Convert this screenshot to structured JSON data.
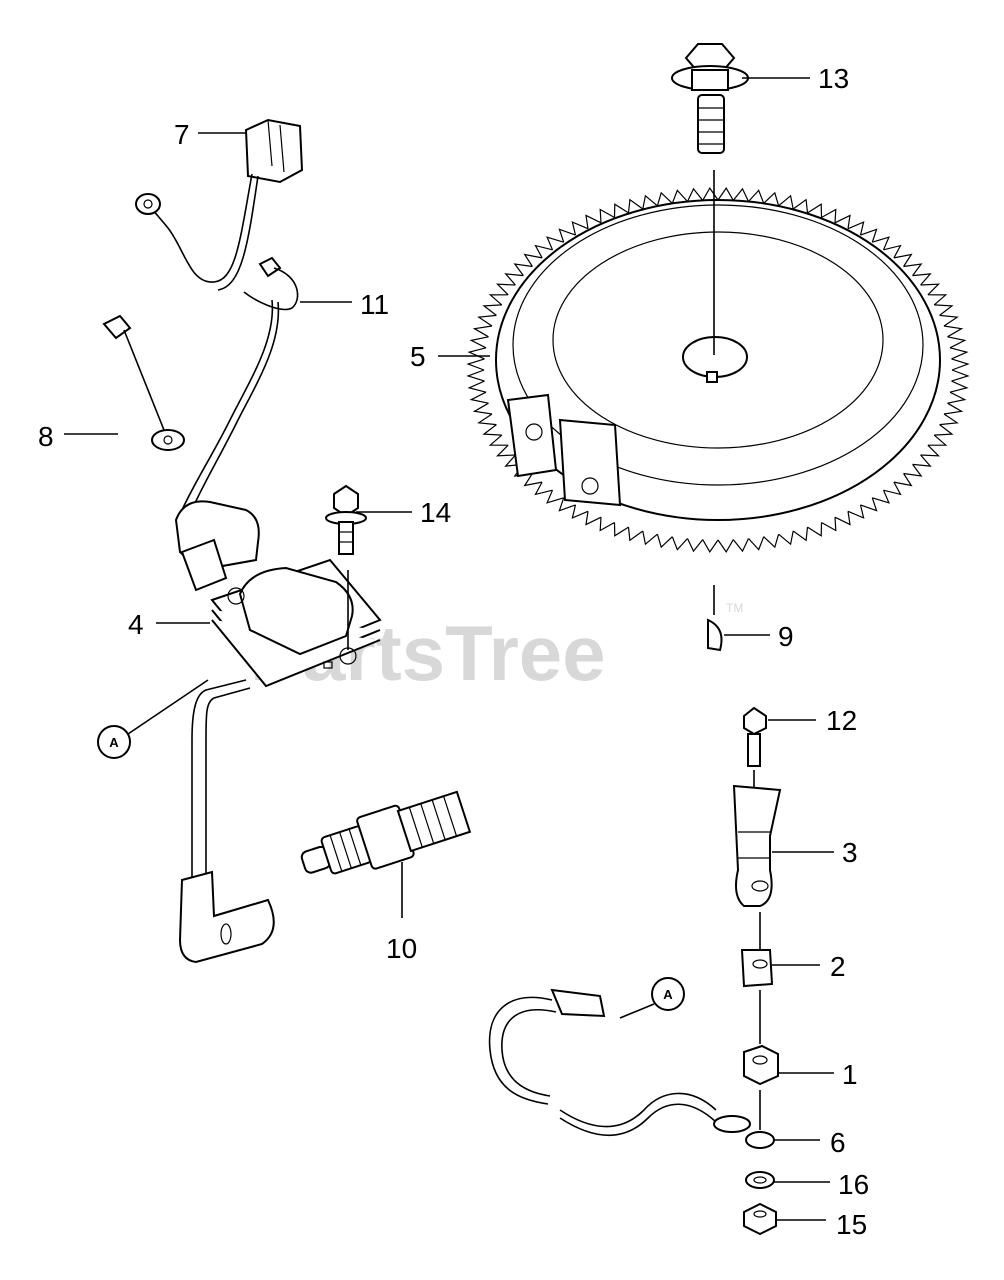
{
  "watermark": {
    "text": "PartsTree",
    "tm": "TM"
  },
  "connector_marker": "A",
  "callouts": [
    {
      "id": "13",
      "text": "13"
    },
    {
      "id": "7",
      "text": "7"
    },
    {
      "id": "11",
      "text": "11"
    },
    {
      "id": "5",
      "text": "5"
    },
    {
      "id": "8",
      "text": "8"
    },
    {
      "id": "14",
      "text": "14"
    },
    {
      "id": "4",
      "text": "4"
    },
    {
      "id": "9",
      "text": "9"
    },
    {
      "id": "12",
      "text": "12"
    },
    {
      "id": "3",
      "text": "3"
    },
    {
      "id": "10",
      "text": "10"
    },
    {
      "id": "2",
      "text": "2"
    },
    {
      "id": "1",
      "text": "1"
    },
    {
      "id": "6",
      "text": "6"
    },
    {
      "id": "16",
      "text": "16"
    },
    {
      "id": "15",
      "text": "15"
    }
  ]
}
